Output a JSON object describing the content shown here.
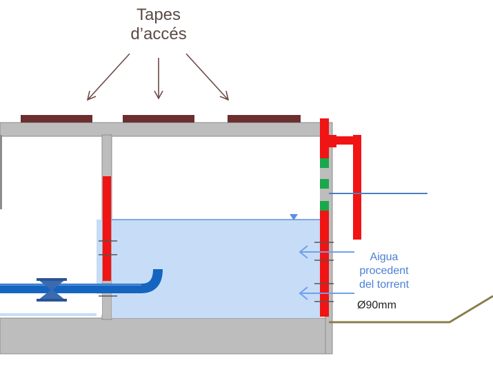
{
  "labels": {
    "hatches_line1": "Tapes",
    "hatches_line2": "d’accés",
    "water_line1": "Aigua",
    "water_line2": "procedent",
    "water_line3": "del torrent",
    "pipe_diameter": "90mm",
    "diameter_symbol": "Ø"
  },
  "colors": {
    "concrete": "#bdbdbd",
    "concrete_edge": "#8c8c8c",
    "hatch": "#6b2f2f",
    "arrow_brown": "#6b4a44",
    "water": "#c6dcf7",
    "water_line": "#5b8fe0",
    "pipe": "#1565c0",
    "valve": "#3a6ab0",
    "red_pipe": "#f01414",
    "green_band": "#1aa84c",
    "ground": "#8a7d4a",
    "side_arrow": "#6fa0ea"
  }
}
